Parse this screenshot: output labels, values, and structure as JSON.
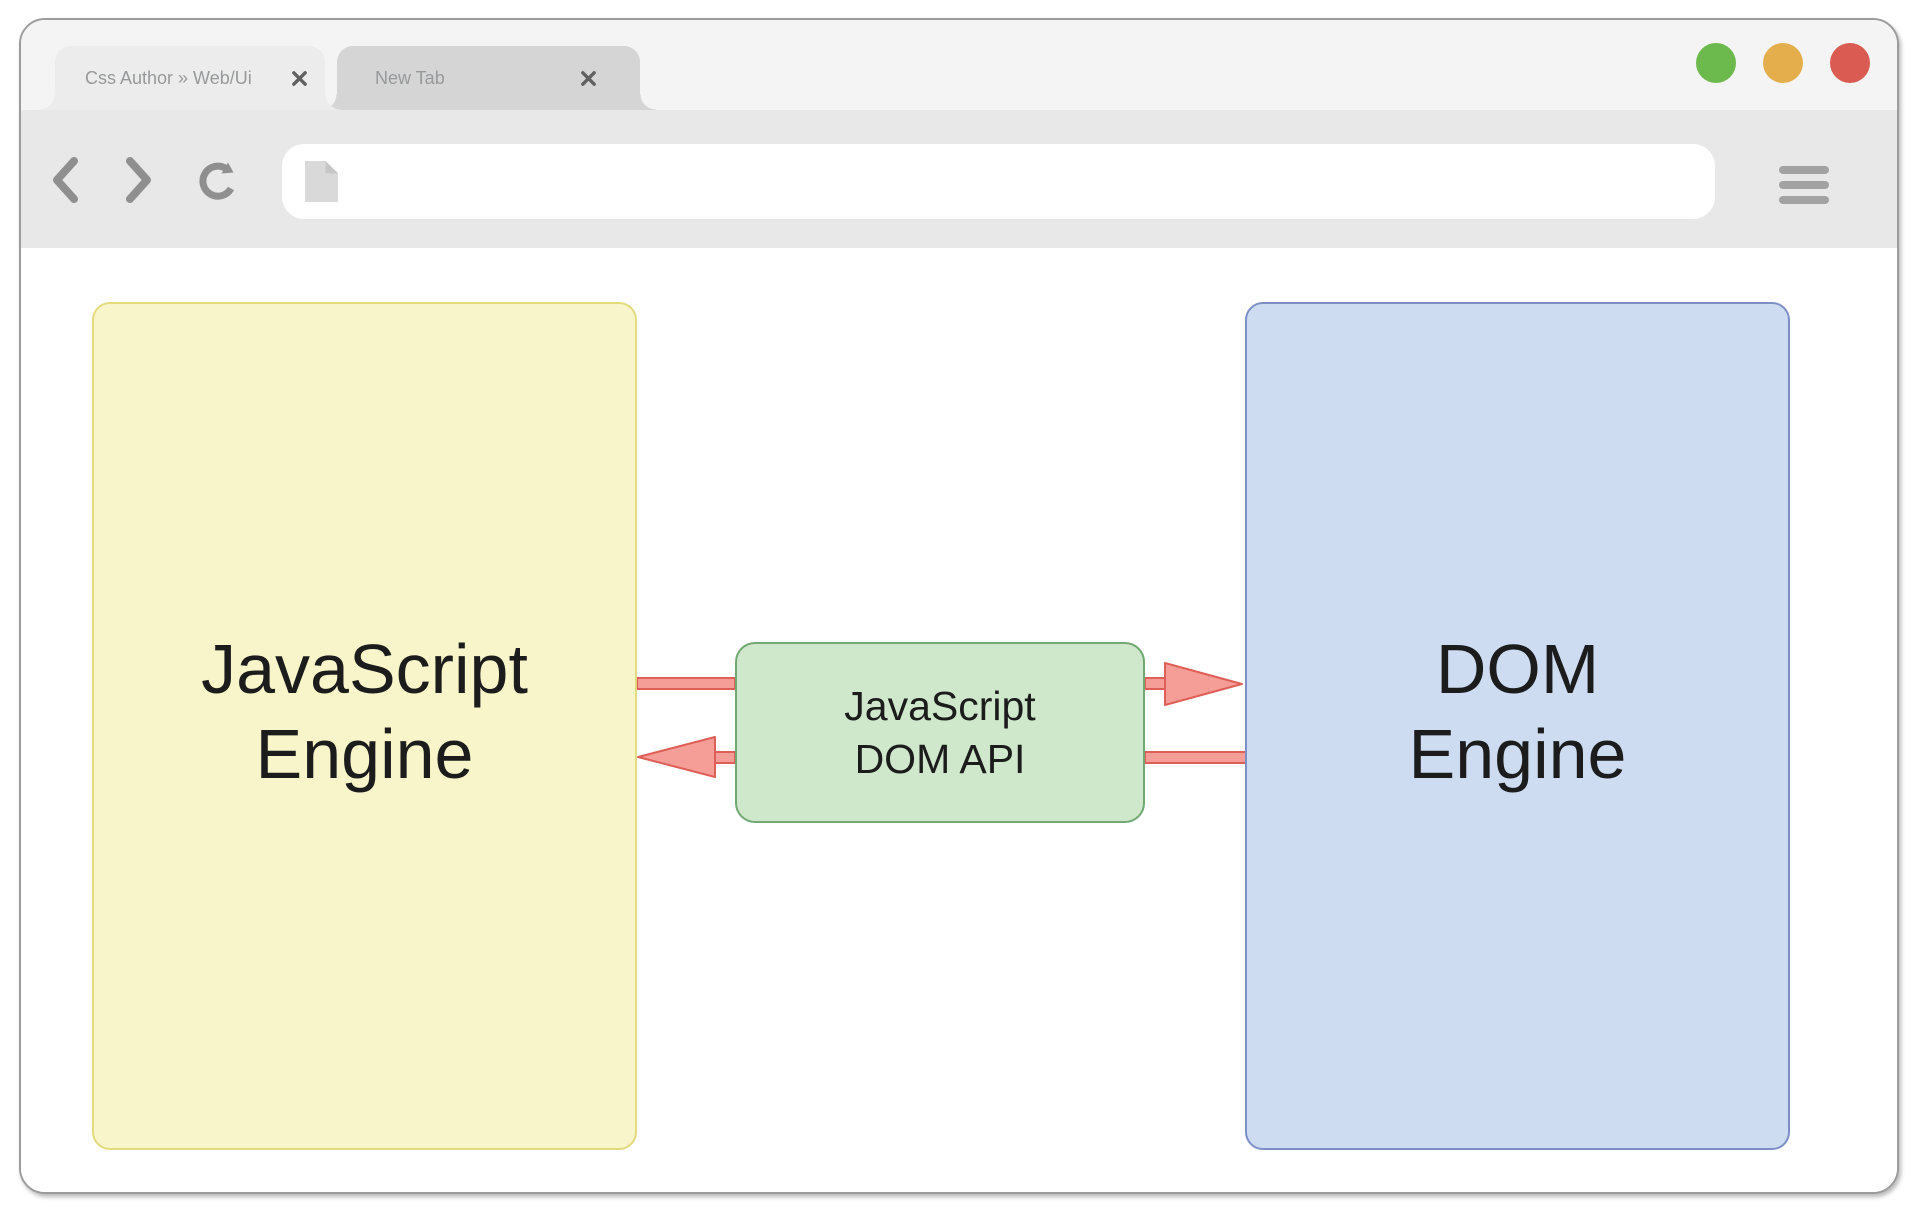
{
  "window": {
    "tabs": [
      {
        "label": "Css Author » Web/Ui",
        "state": "active"
      },
      {
        "label": "New Tab",
        "state": "inactive"
      }
    ],
    "traffic_lights": [
      "green",
      "orange",
      "red"
    ],
    "toolbar": {
      "address_bar": {
        "value": "",
        "placeholder": ""
      }
    }
  },
  "icons": {
    "tab_close": "x-cross",
    "back": "chevron-left",
    "forward": "chevron-right",
    "reload": "circular-arrow-clockwise",
    "page": "blank-document",
    "menu": "hamburger-three-bars"
  },
  "diagram": {
    "js_engine": {
      "line1": "JavaScript",
      "line2": "Engine"
    },
    "dom_api": {
      "line1": "JavaScript",
      "line2": "DOM API"
    },
    "dom_engine": {
      "line1": "DOM",
      "line2": "Engine"
    },
    "arrows": [
      {
        "from": "js_engine",
        "to": "dom_engine",
        "via": "dom_api",
        "direction": "right"
      },
      {
        "from": "dom_engine",
        "to": "js_engine",
        "via": "dom_api",
        "direction": "left"
      }
    ]
  },
  "colors": {
    "window_border": "#9c9c9c",
    "titlebar_bg": "#f4f4f4",
    "tab_active_bg": "#ececec",
    "tab_inactive_bg": "#d5d5d6",
    "tab_text": "#97999a",
    "close_gray": "#616161",
    "toolbar_bg": "#e8e8e8",
    "icon_gray": "#8f8f8f",
    "menu_gray": "#a2a2a2",
    "addressbar_bg": "#ffffff",
    "page_icon": "#d9d9d9",
    "page_icon_fold": "#c6c6c6",
    "traffic_green": "#6cb94d",
    "traffic_orange": "#e5ae4d",
    "traffic_red": "#d95b52",
    "yellow_fill": "#f7f5c9",
    "yellow_border": "#e3da7d",
    "green_fill": "#cfe8cc",
    "green_border": "#72a973",
    "blue_fill": "#cddcf1",
    "blue_border": "#7d90c6",
    "arrow_fill": "#f59e98",
    "arrow_stroke": "#dd5f57",
    "label_text": "#1c1c1c"
  }
}
